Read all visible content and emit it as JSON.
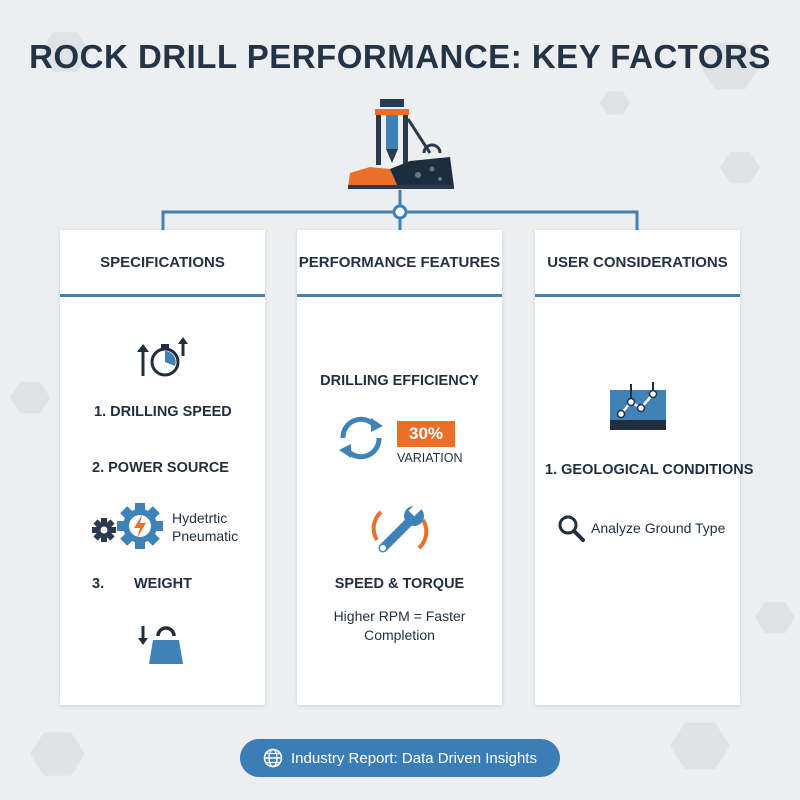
{
  "title": "ROCK DRILL PERFORMANCE: KEY FACTORS",
  "colors": {
    "accent_blue": "#3e82b7",
    "accent_orange": "#e8702a",
    "navy": "#223244",
    "background": "#eceeef"
  },
  "icons": {
    "hero": "rock-drill-icon",
    "speed": "stopwatch-arrows-icon",
    "power": "gears-lightning-icon",
    "weight": "kettlebell-weight-icon",
    "efficiency": "cycle-arrows-icon",
    "torque": "wrench-icon",
    "geology": "geological-map-icon",
    "search": "magnifier-icon",
    "globe": "globe-icon"
  },
  "cards": {
    "specifications": {
      "heading": "SPECIFICATIONS",
      "item1": "1.   DRILLING SPEED",
      "item2": "2.  POWER SOURCE",
      "power_line1": "Hydetrtic",
      "power_line2": "Pneumatic",
      "item3_num": "3.",
      "item3_label": "WEIGHT"
    },
    "performance": {
      "heading": "PERFORMANCE FEATURES",
      "efficiency": "DRILLING EFFICIENCY",
      "percent": "30%",
      "variation": "VARIATION",
      "speed_torque": "SPEED & TORQUE",
      "rpm_line1": "Higher RPM = Faster",
      "rpm_line2": "Completion"
    },
    "user": {
      "heading": "USER CONSIDERATIONS",
      "item1": "1.  GEOLOGICAL CONDITIONS",
      "analyze": "Analyze Ground Type"
    }
  },
  "footer": {
    "badge": "Industry Report: Data Driven Insights"
  }
}
